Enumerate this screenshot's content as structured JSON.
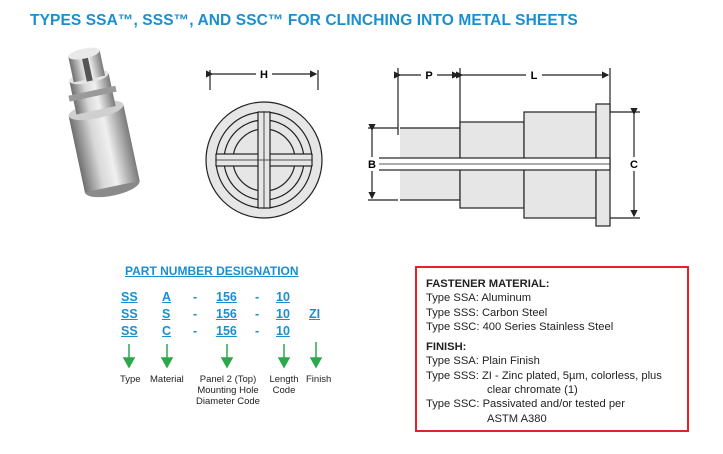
{
  "title": "TYPES SSA™, SSS™, AND SSC™ FOR CLINCHING INTO METAL SHEETS",
  "dimensions": {
    "h": "H",
    "p": "P",
    "l": "L",
    "b": "B",
    "c": "C"
  },
  "part_number": {
    "heading": "PART NUMBER DESIGNATION",
    "rows": [
      {
        "type": "SS",
        "material": "A",
        "dash1": "-",
        "panel": "156",
        "dash2": "-",
        "length": "10",
        "finish": ""
      },
      {
        "type": "SS",
        "material": "S",
        "dash1": "-",
        "panel": "156",
        "dash2": "-",
        "length": "10",
        "finish": "ZI"
      },
      {
        "type": "SS",
        "material": "C",
        "dash1": "-",
        "panel": "156",
        "dash2": "-",
        "length": "10",
        "finish": ""
      }
    ],
    "labels": {
      "type": "Type",
      "material": "Material",
      "panel_1": "Panel 2 (Top)",
      "panel_2": "Mounting Hole",
      "panel_3": "Diameter Code",
      "length_1": "Length",
      "length_2": "Code",
      "finish": "Finish"
    }
  },
  "fastener_material": {
    "heading": "FASTENER MATERIAL:",
    "lines": [
      "Type SSA: Aluminum",
      "Type SSS: Carbon Steel",
      "Type SSC: 400 Series Stainless Steel"
    ]
  },
  "finish": {
    "heading": "FINISH:",
    "line1": "Type SSA: Plain Finish",
    "line2": "Type SSS: ZI - Zinc plated, 5µm, colorless, plus",
    "line2b": "clear chromate (1)",
    "line3": "Type SSC: Passivated and/or tested per",
    "line3b": "ASTM A380"
  },
  "colors": {
    "accent": "#1a8fd0",
    "arrow": "#2aa84a",
    "border": "#e2232a"
  }
}
